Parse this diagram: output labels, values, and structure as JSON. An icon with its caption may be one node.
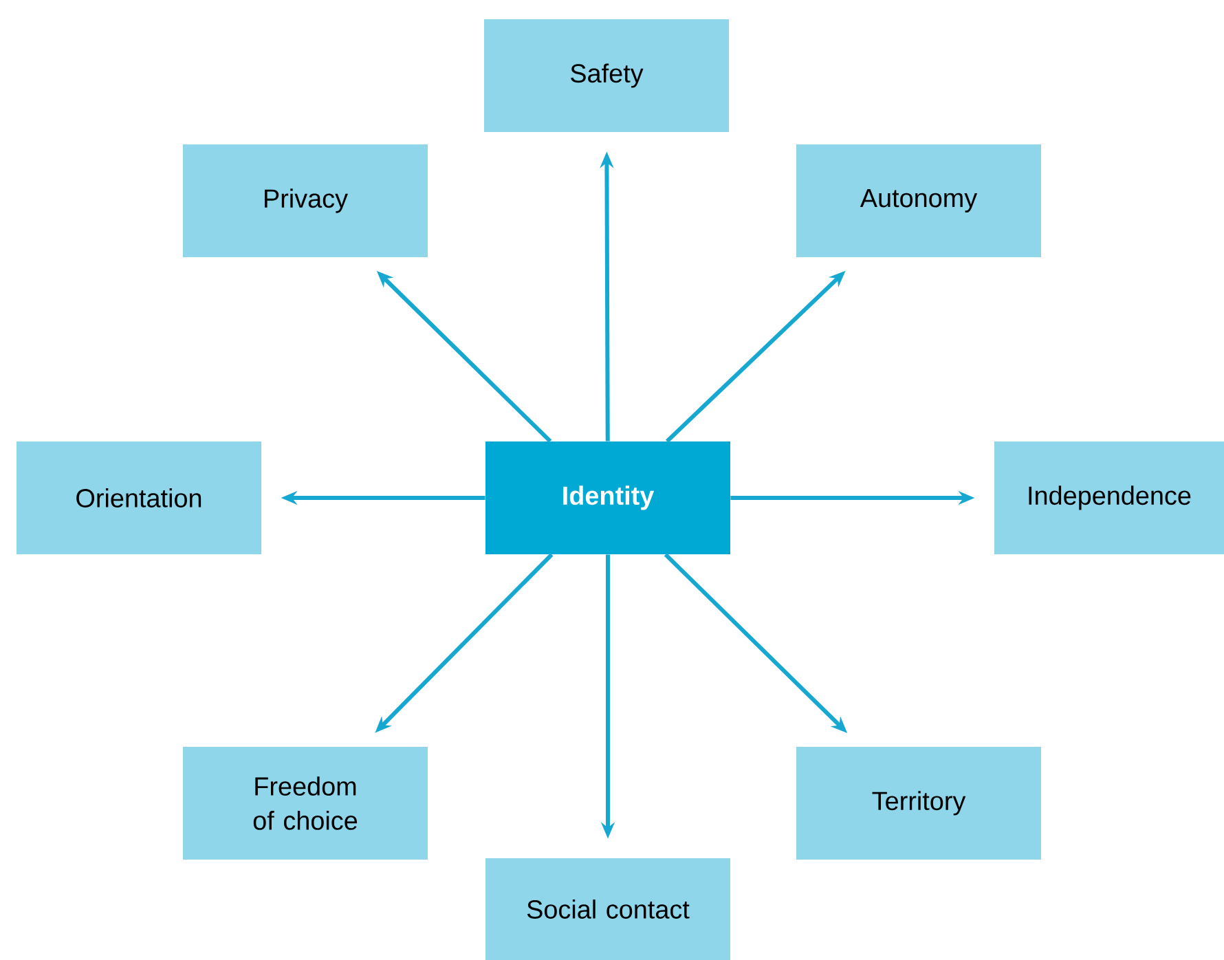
{
  "diagram": {
    "nodes": [
      {
        "text": [
          "Safety"
        ]
      },
      {
        "text": [
          "Privacy"
        ]
      },
      {
        "text": [
          "Autonomy"
        ]
      },
      {
        "text": [
          "Orientation"
        ]
      },
      {
        "text": [
          "Identity"
        ]
      },
      {
        "text": [
          "Independence"
        ]
      },
      {
        "text": [
          "Freedom of choice"
        ]
      },
      {
        "text": [
          "Territory"
        ]
      },
      {
        "text": [
          "Social contact"
        ]
      }
    ],
    "edges": [
      {
        "from": 4,
        "to": 0,
        "arrow": "to"
      },
      {
        "from": 4,
        "to": 1,
        "arrow": "to"
      },
      {
        "from": 4,
        "to": 2,
        "arrow": "to"
      },
      {
        "from": 4,
        "to": 3,
        "arrow": "to"
      },
      {
        "from": 4,
        "to": 5,
        "arrow": "to"
      },
      {
        "from": 4,
        "to": 6,
        "arrow": "to"
      },
      {
        "from": 4,
        "to": 7,
        "arrow": "to"
      },
      {
        "from": 4,
        "to": 8,
        "arrow": "to"
      }
    ]
  }
}
